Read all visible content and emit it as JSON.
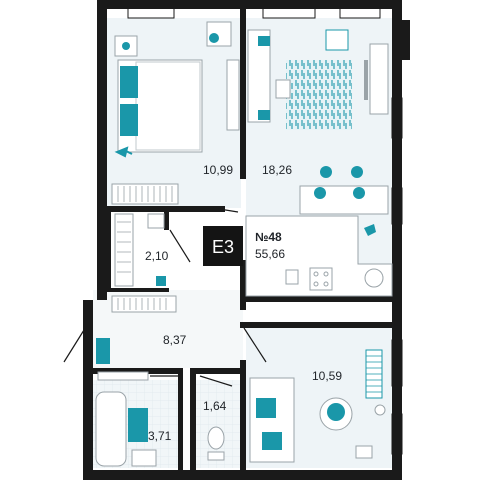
{
  "plan": {
    "type_code": "E3",
    "apartment_number": "№48",
    "total_area": "55,66",
    "colors": {
      "wall": "#1a1a1a",
      "floor": "#eef4f7",
      "accent": "#1a97a9",
      "badge": "#141414",
      "furniture_line": "#9aa3a8"
    },
    "rooms": [
      {
        "name": "bedroom",
        "area": "10,99"
      },
      {
        "name": "living-kitchen",
        "area": "18,26"
      },
      {
        "name": "wardrobe",
        "area": "2,10"
      },
      {
        "name": "hall",
        "area": "8,37"
      },
      {
        "name": "bedroom-2",
        "area": "10,59"
      },
      {
        "name": "toilet",
        "area": "1,64"
      },
      {
        "name": "bathroom",
        "area": "3,71"
      }
    ]
  }
}
